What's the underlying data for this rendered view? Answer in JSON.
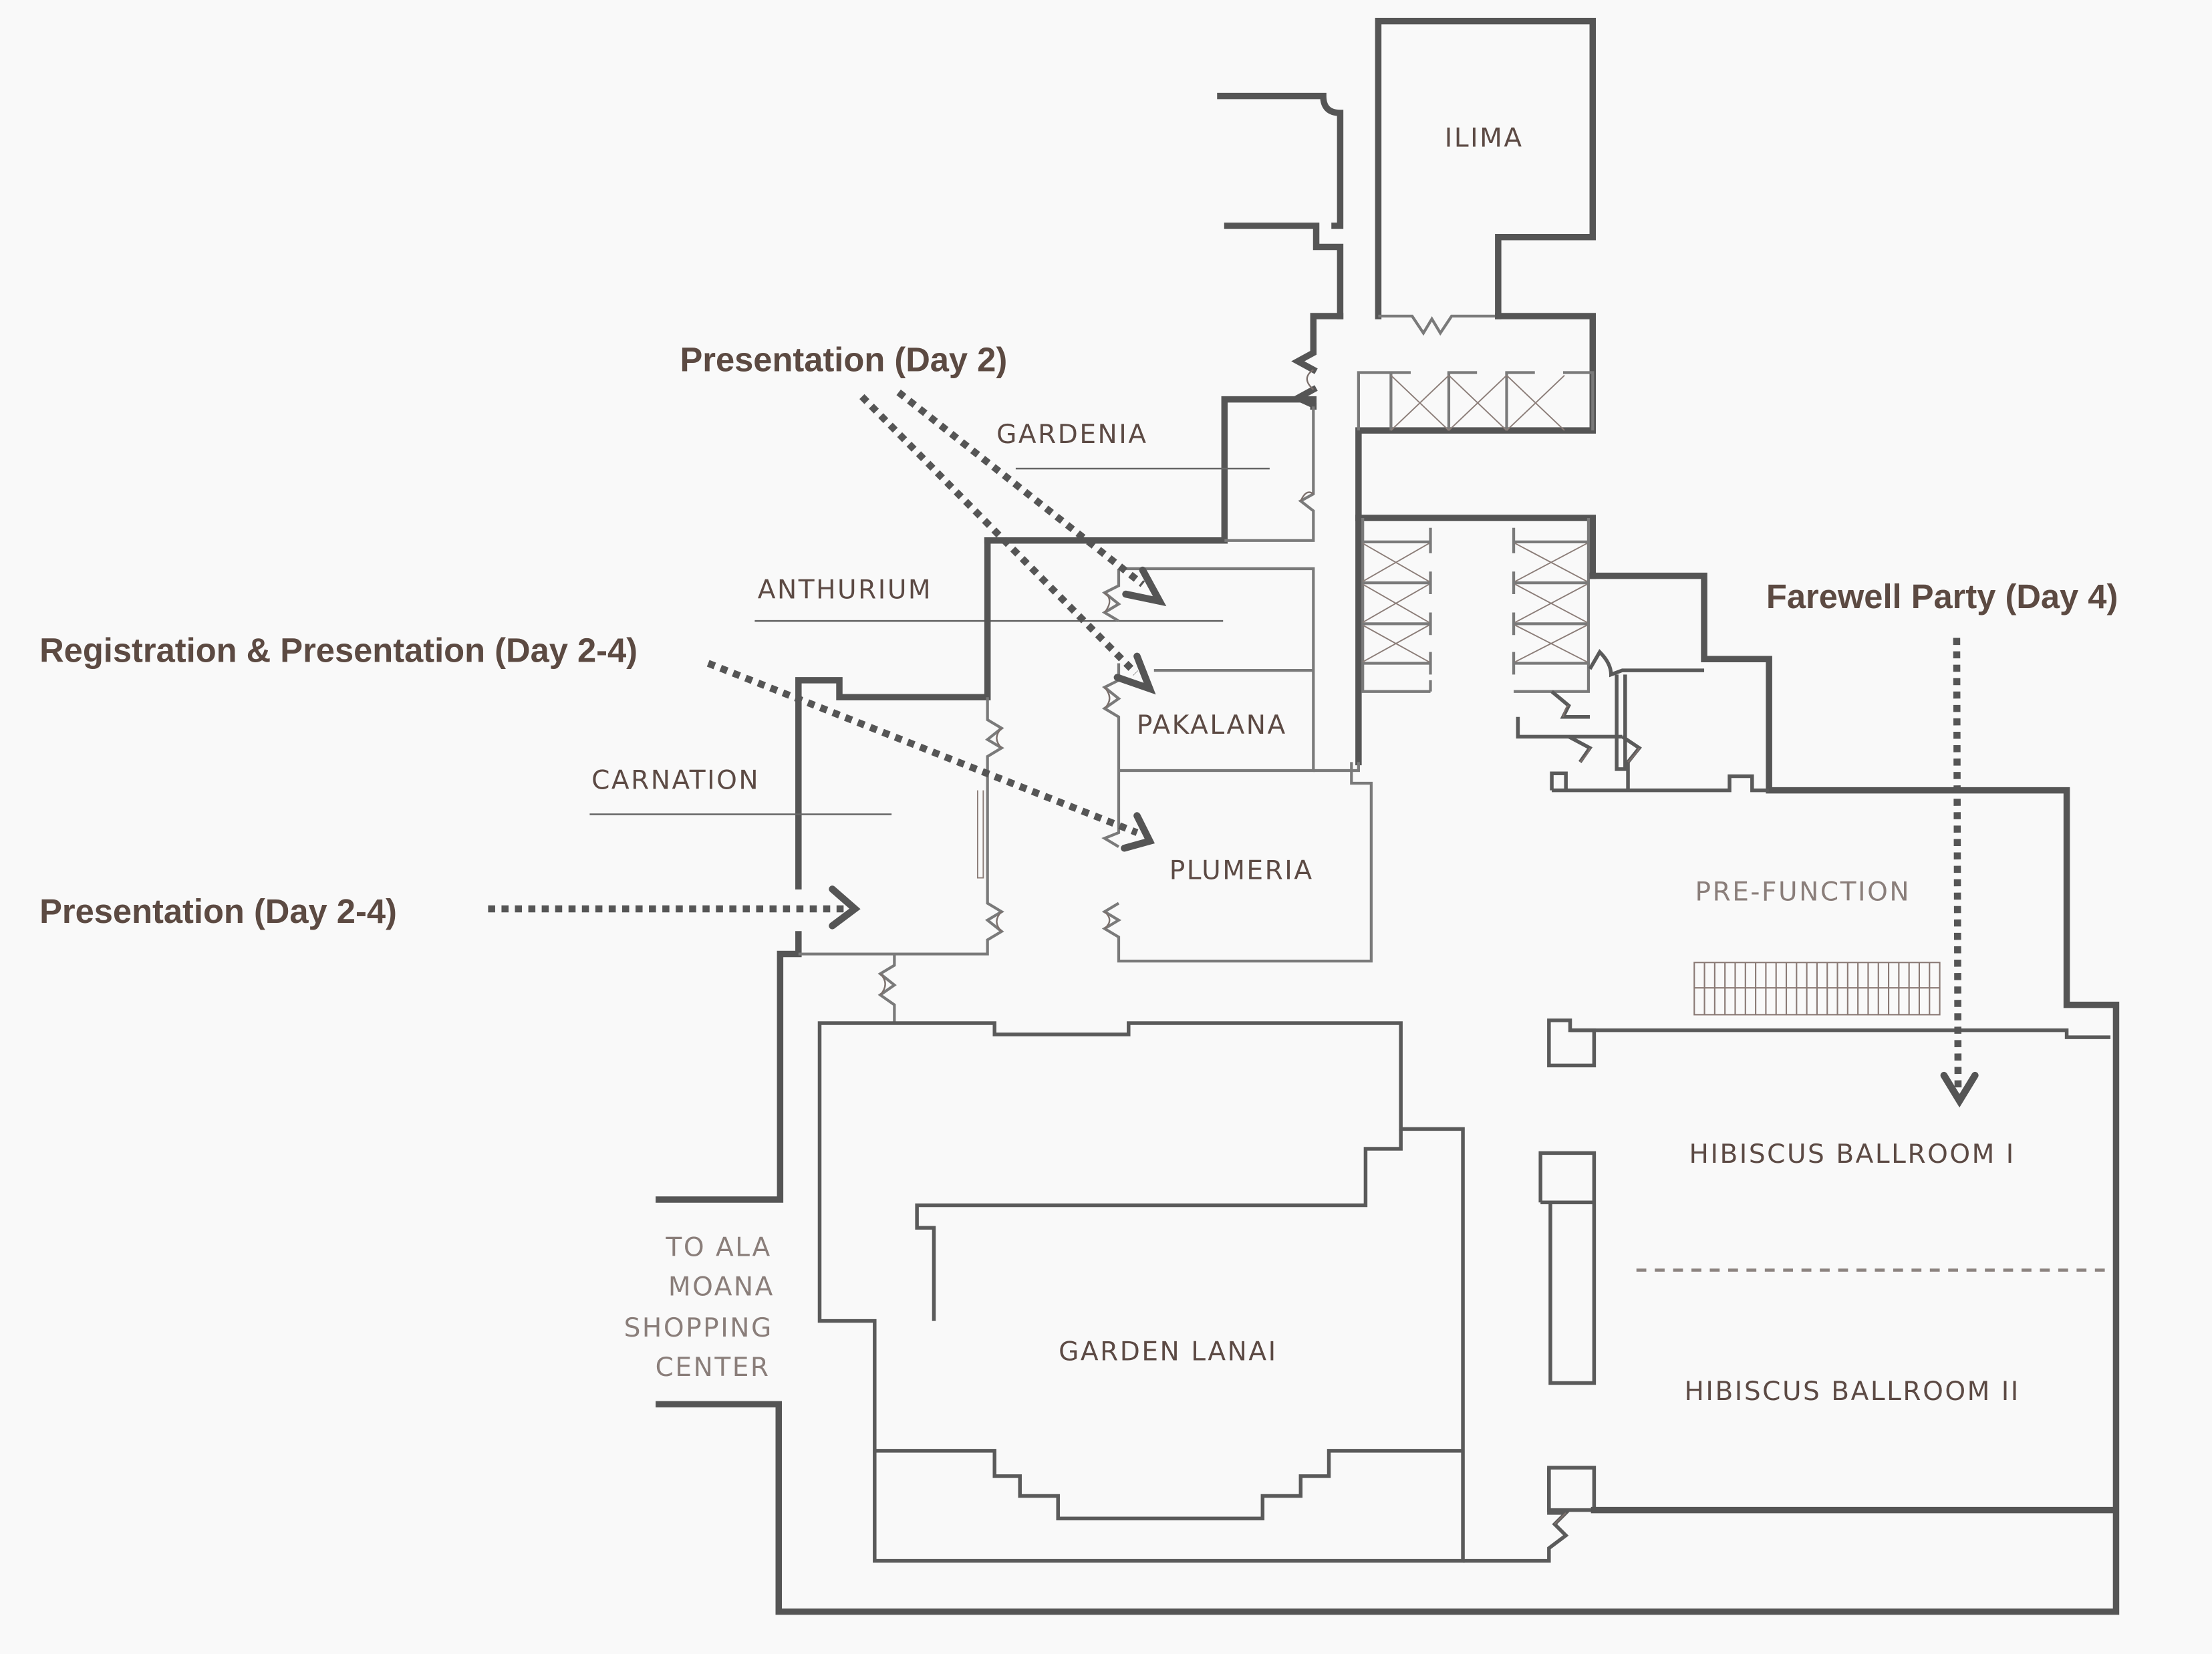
{
  "colors": {
    "background": "#f9f9f9",
    "wall": "#555555",
    "room_label": "#5c4a44",
    "muted_label": "#8a7e7a",
    "annotation": "#5c4a42"
  },
  "rooms": {
    "ilima": "ILIMA",
    "gardenia": "GARDENIA",
    "anthurium": "ANTHURIUM",
    "pakalana": "PAKALANA",
    "carnation": "CARNATION",
    "plumeria": "PLUMERIA",
    "pre_function": "PRE-FUNCTION",
    "hibiscus_1": "HIBISCUS BALLROOM I",
    "hibiscus_2": "HIBISCUS BALLROOM II",
    "garden_lanai": "GARDEN LANAI"
  },
  "exit_label": {
    "line1": "TO ALA",
    "line2": "MOANA",
    "line3": "SHOPPING",
    "line4": "CENTER"
  },
  "annotations": {
    "presentation_day2": "Presentation (Day 2)",
    "registration": "Registration & Presentation (Day 2-4)",
    "presentation_day2_4": "Presentation (Day 2-4)",
    "farewell": "Farewell Party (Day 4)"
  },
  "icons": {
    "arrow": "dotted-arrow-icon",
    "elevator": "elevator-icon",
    "door": "door-icon",
    "stairs": "stairs-icon"
  }
}
